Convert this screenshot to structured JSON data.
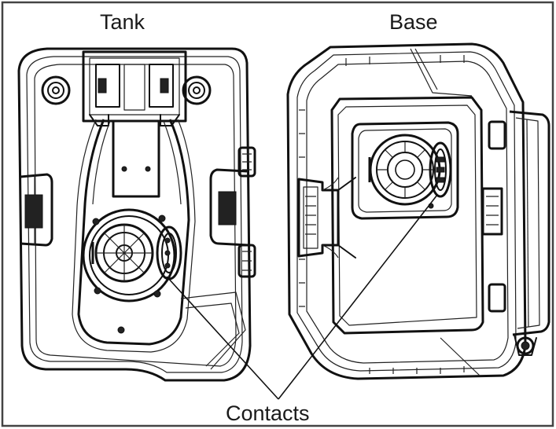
{
  "labels": {
    "tank": "Tank",
    "base": "Base",
    "contacts": "Contacts"
  },
  "colors": {
    "line": "#111111",
    "background": "#ffffff",
    "border": "#444444"
  }
}
